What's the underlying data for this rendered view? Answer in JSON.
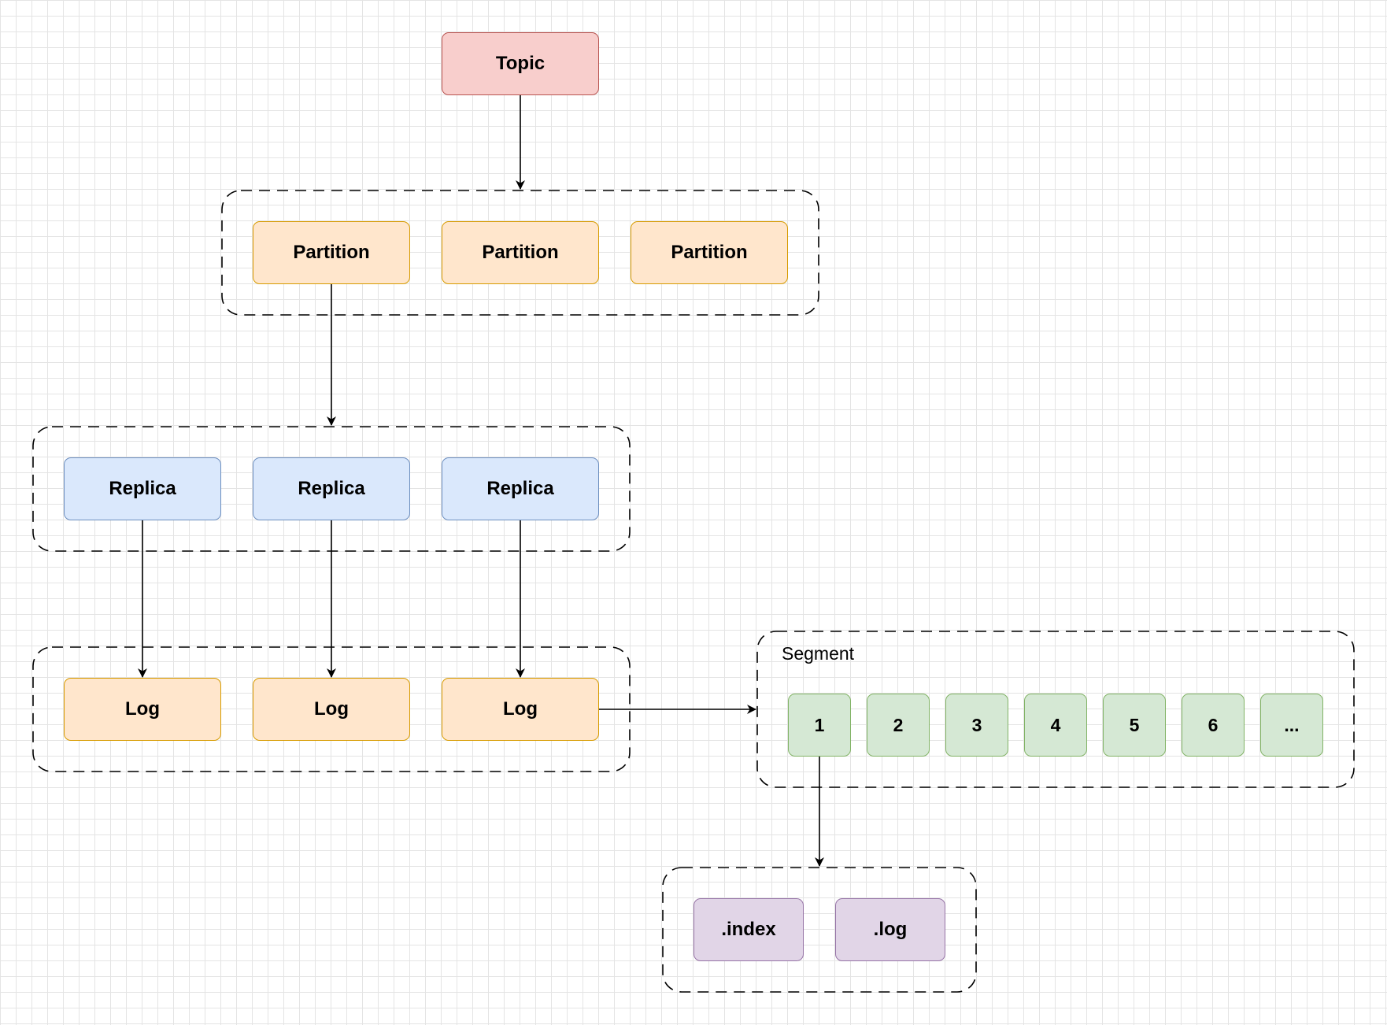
{
  "colors": {
    "grid": "#e4e4e4",
    "line": "#000000",
    "topic": {
      "fill": "#f8cecc",
      "stroke": "#b85450"
    },
    "orange": {
      "fill": "#ffe6cc",
      "stroke": "#d79b00"
    },
    "blue": {
      "fill": "#dae8fc",
      "stroke": "#6c8ebf"
    },
    "green": {
      "fill": "#d5e8d4",
      "stroke": "#82b366"
    },
    "purple": {
      "fill": "#e1d5e7",
      "stroke": "#9673a6"
    }
  },
  "topic": {
    "label": "Topic"
  },
  "partitions": [
    {
      "label": "Partition"
    },
    {
      "label": "Partition"
    },
    {
      "label": "Partition"
    }
  ],
  "replicas": [
    {
      "label": "Replica"
    },
    {
      "label": "Replica"
    },
    {
      "label": "Replica"
    }
  ],
  "logs": [
    {
      "label": "Log"
    },
    {
      "label": "Log"
    },
    {
      "label": "Log"
    }
  ],
  "segment": {
    "title": "Segment",
    "items": [
      {
        "label": "1"
      },
      {
        "label": "2"
      },
      {
        "label": "3"
      },
      {
        "label": "4"
      },
      {
        "label": "5"
      },
      {
        "label": "6"
      },
      {
        "label": "..."
      }
    ]
  },
  "files": [
    {
      "label": ".index"
    },
    {
      "label": ".log"
    }
  ]
}
